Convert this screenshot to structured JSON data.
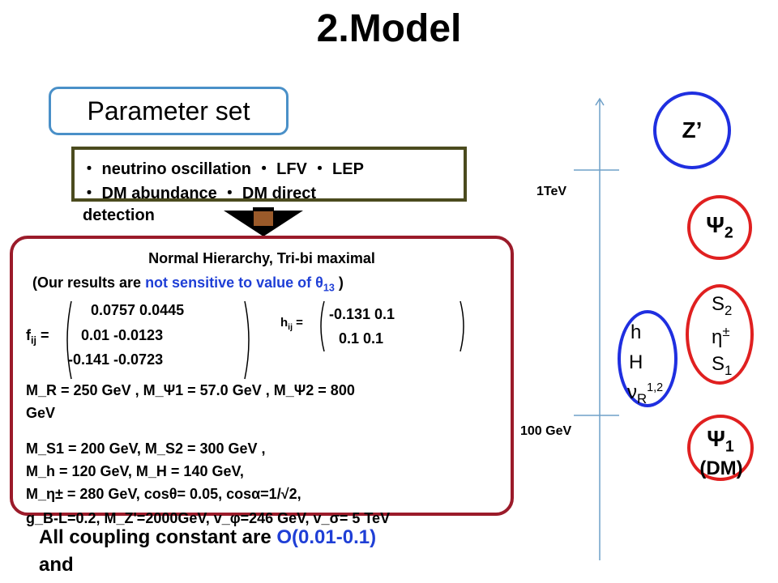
{
  "title": "2.Model",
  "parameter_set_label": "Parameter set",
  "conditions": {
    "line1": "・ neutrino oscillation  ・ LFV    ・ LEP",
    "line2": "・ DM abundance  ・ DM direct",
    "line3": "detection"
  },
  "results": {
    "heading1": "Normal Hierarchy, Tri-bi maximal",
    "heading2_prefix": "(Our results are ",
    "heading2_blue": "not sensitive to value of θ",
    "heading2_blue_sub": "13",
    "heading2_suffix": " )",
    "f_label": "f",
    "f_sub": "ij",
    "f_eq": " =",
    "f_row1": "0.0757   0.0445",
    "f_row2": "0.01       -0.0123",
    "f_row3": "-0.141    -0.0723",
    "h_label": "h",
    "h_sub": "ij",
    "h_eq": " =",
    "h_row1": "-0.131   0.1",
    "h_row2": "0.1       0.1",
    "mass_line1": "M_R = 250 GeV ,  M_Ψ1 = 57.0 GeV ,  M_Ψ2 = 800",
    "mass_line1b": "GeV",
    "mass_line2": "M_S1 = 200 GeV,  M_S2 = 300 GeV ,",
    "mass_line3": "M_h = 120 GeV,   M_H = 140 GeV,",
    "mass_line4": "M_η± = 280 GeV,  cosθ= 0.05,   cosα=1/√2,",
    "mass_line5": "g_B-L=0.2, M_Z'=2000GeV, v_φ=246 GeV, v_σ= 5 TeV"
  },
  "footer": {
    "prefix": "All coupling constant are ",
    "blue": "O(0.01-0.1)",
    "line2": "and"
  },
  "spectrum": {
    "label_1tev": "1TeV",
    "label_100gev": "100 GeV",
    "zprime": "Z’",
    "psi2": "Ψ",
    "psi2_sub": "2",
    "s2": "S",
    "s2_sub": "2",
    "eta": "η",
    "eta_sup": "±",
    "s1": "S",
    "s1_sub": "1",
    "h": "h",
    "H": "H",
    "nu": "ν",
    "nu_sub": "R",
    "nu_sup": "1,2",
    "psi1": "Ψ",
    "psi1_sub": "1",
    "dm": "(DM)"
  },
  "colors": {
    "param_border": "#4a90c8",
    "cond_border": "#4b4b1e",
    "results_border": "#9b1b2a",
    "circle_blue": "#1f2fe0",
    "circle_red": "#e02020",
    "axis": "#6fa0c8",
    "arrow": "#9a5a2a"
  }
}
